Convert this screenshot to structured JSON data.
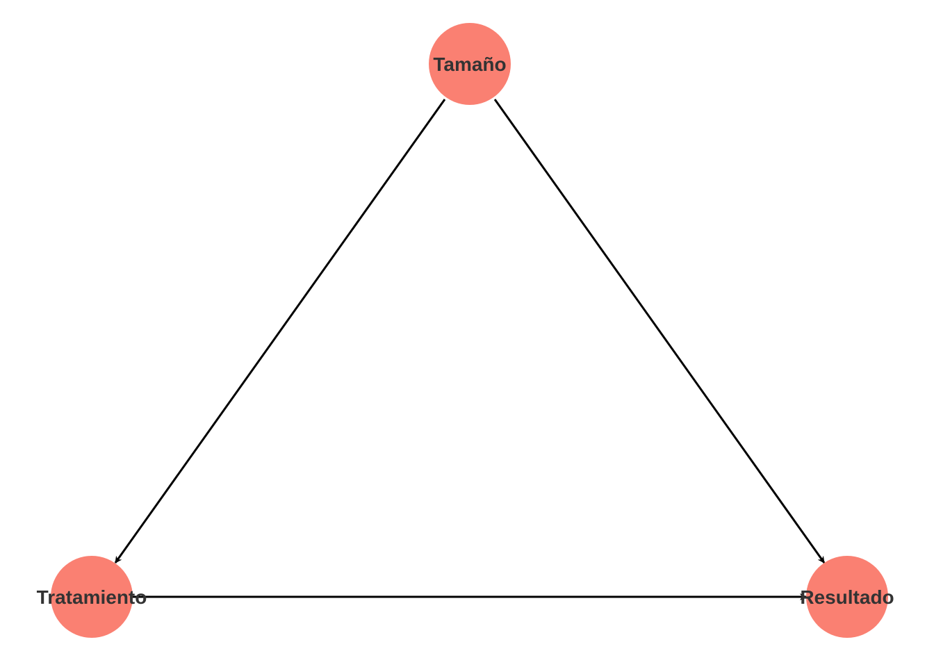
{
  "diagram": {
    "type": "directed-graph",
    "node_color": "#fa8072",
    "label_color": "#333333",
    "edge_color": "#000000",
    "nodes": [
      {
        "id": "tamano",
        "label": "Tamaño"
      },
      {
        "id": "tratamiento",
        "label": "Tratamiento"
      },
      {
        "id": "resultado",
        "label": "Resultado"
      }
    ],
    "edges": [
      {
        "from": "tamano",
        "to": "tratamiento"
      },
      {
        "from": "tamano",
        "to": "resultado"
      },
      {
        "from": "tratamiento",
        "to": "resultado"
      }
    ]
  }
}
